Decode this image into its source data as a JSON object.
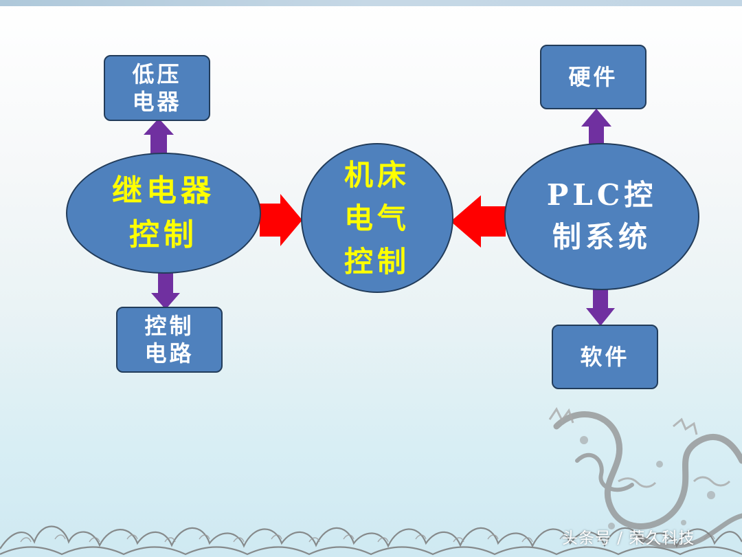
{
  "diagram": {
    "colors": {
      "node_fill": "#4f81bd",
      "node_border": "#223c5a",
      "box_text": "#ffffff",
      "ellipse_text": "#ffff00",
      "purple_arrow": "#7030a0",
      "red_arrow": "#ff0000"
    },
    "nodes": {
      "low_voltage": {
        "line1": "低压",
        "line2": "电器"
      },
      "control_circuit": {
        "line1": "控制",
        "line2": "电路"
      },
      "relay_control": {
        "line1": "继电器",
        "line2": "控制"
      },
      "machine_control": {
        "line1": "机床",
        "line2": "电气",
        "line3": "控制"
      },
      "plc_control": {
        "line1": "PLC控",
        "line2": "制系统"
      },
      "hardware": {
        "line1": "硬件"
      },
      "software": {
        "line1": "软件"
      }
    },
    "edges": [
      {
        "from": "relay_control",
        "to": "low_voltage",
        "style": "purple"
      },
      {
        "from": "relay_control",
        "to": "control_circuit",
        "style": "purple"
      },
      {
        "from": "relay_control",
        "to": "machine_control",
        "style": "red"
      },
      {
        "from": "plc_control",
        "to": "machine_control",
        "style": "red"
      },
      {
        "from": "plc_control",
        "to": "hardware",
        "style": "purple"
      },
      {
        "from": "plc_control",
        "to": "software",
        "style": "purple"
      }
    ]
  },
  "watermark": {
    "text": "头条号 / 荣久科技"
  }
}
